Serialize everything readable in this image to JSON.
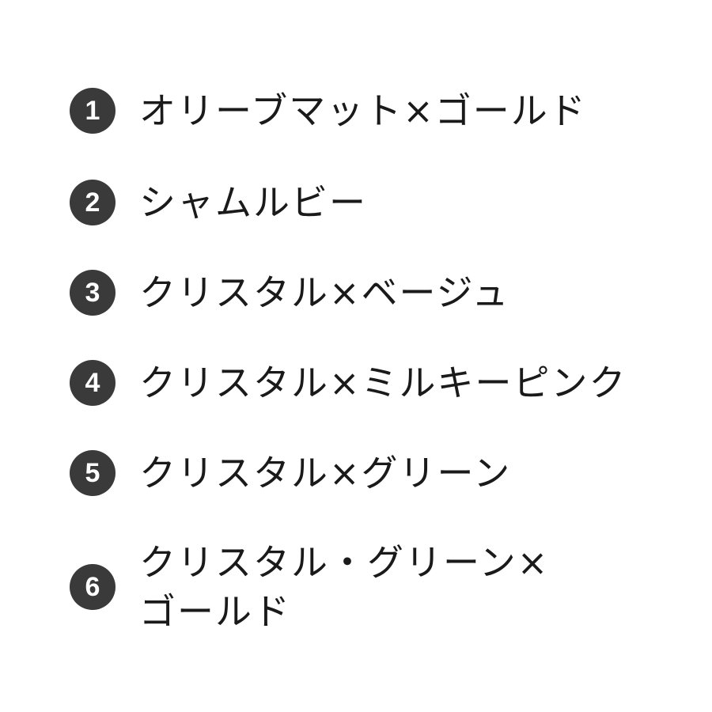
{
  "items": [
    {
      "number": "1",
      "label": "オリーブマット×ゴールド"
    },
    {
      "number": "2",
      "label": "シャムルビー"
    },
    {
      "number": "3",
      "label": "クリスタル×ベージュ"
    },
    {
      "number": "4",
      "label": "クリスタル×ミルキーピンク"
    },
    {
      "number": "5",
      "label": "クリスタル×グリーン"
    },
    {
      "number": "6",
      "label_lines": [
        "クリスタル・グリーン×",
        "ゴールド"
      ]
    }
  ],
  "colors": {
    "badge_background": "#3a3a3a",
    "badge_text": "#ffffff",
    "text": "#1a1a1a",
    "background": "#ffffff"
  }
}
